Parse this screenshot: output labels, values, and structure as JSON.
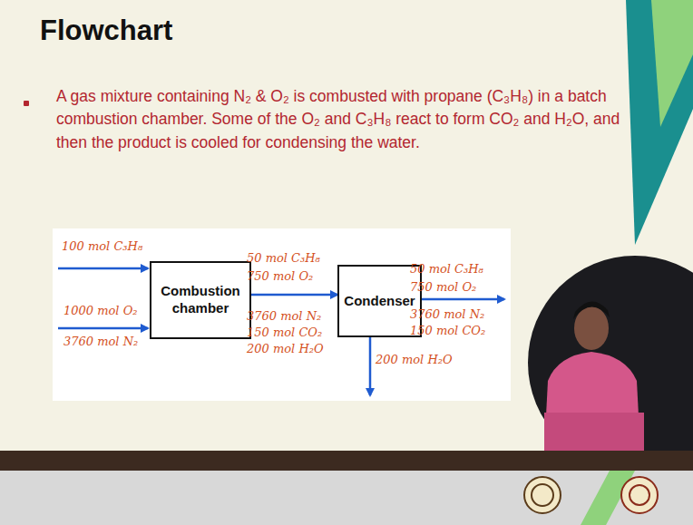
{
  "diagram": {
    "title": "Flowchart",
    "nodes": [
      {
        "text": [
          "Combustion chamber"
        ]
      },
      {
        "text": [
          "Condenser"
        ]
      }
    ],
    "edges": [
      {
        "from": 0,
        "to": 1,
        "arrow": "to"
      }
    ],
    "labels": [
      "A gas mixture containing N₂ & O₂ is combusted with propane (C₃H₈) in a batch combustion chamber. Some of the O₂ and C₃H₈ react to form CO₂ and H₂O, and then the product is cooled for condensing the water.",
      "100 mol C₃H₈",
      "1000 mol O₂",
      "3760 mol N₂",
      "50 mol C₃H₈",
      "750 mol O₂",
      "3760 mol N₂",
      "150 mol CO₂",
      "200 mol H₂O",
      "50 mol C₃H₈",
      "750 mol O₂",
      "3760 mol N₂",
      "150 mol CO₂",
      "200 mol H₂O"
    ]
  }
}
